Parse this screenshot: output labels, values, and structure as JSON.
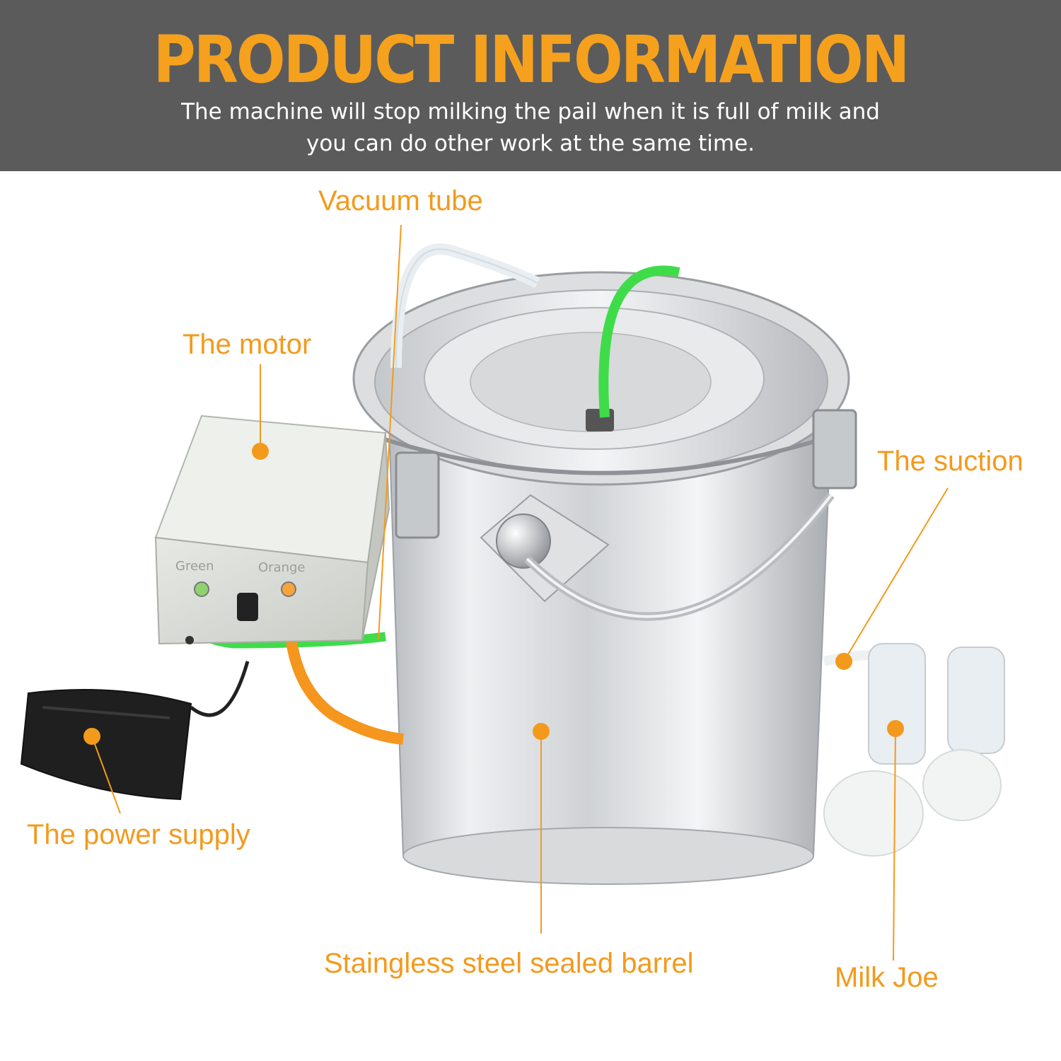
{
  "header": {
    "title": "PRODUCT INFORMATION",
    "subtitle": "The machine will stop milking the pail when it is full of milk and you can do other work at the  same time."
  },
  "labels": {
    "vacuum_tube": "Vacuum tube",
    "motor": "The motor",
    "suction": "The suction",
    "power_supply": "The power supply",
    "barrel": "Staingless steel sealed barrel",
    "milk_joe": "Milk Joe"
  },
  "motor_box": {
    "port_left": "Green",
    "port_right": "Orange"
  },
  "colors": {
    "banner": "#5b5b5b",
    "accent": "#f39a1d",
    "green_tube": "#3fdc4a",
    "orange_tube": "#f5961f"
  }
}
